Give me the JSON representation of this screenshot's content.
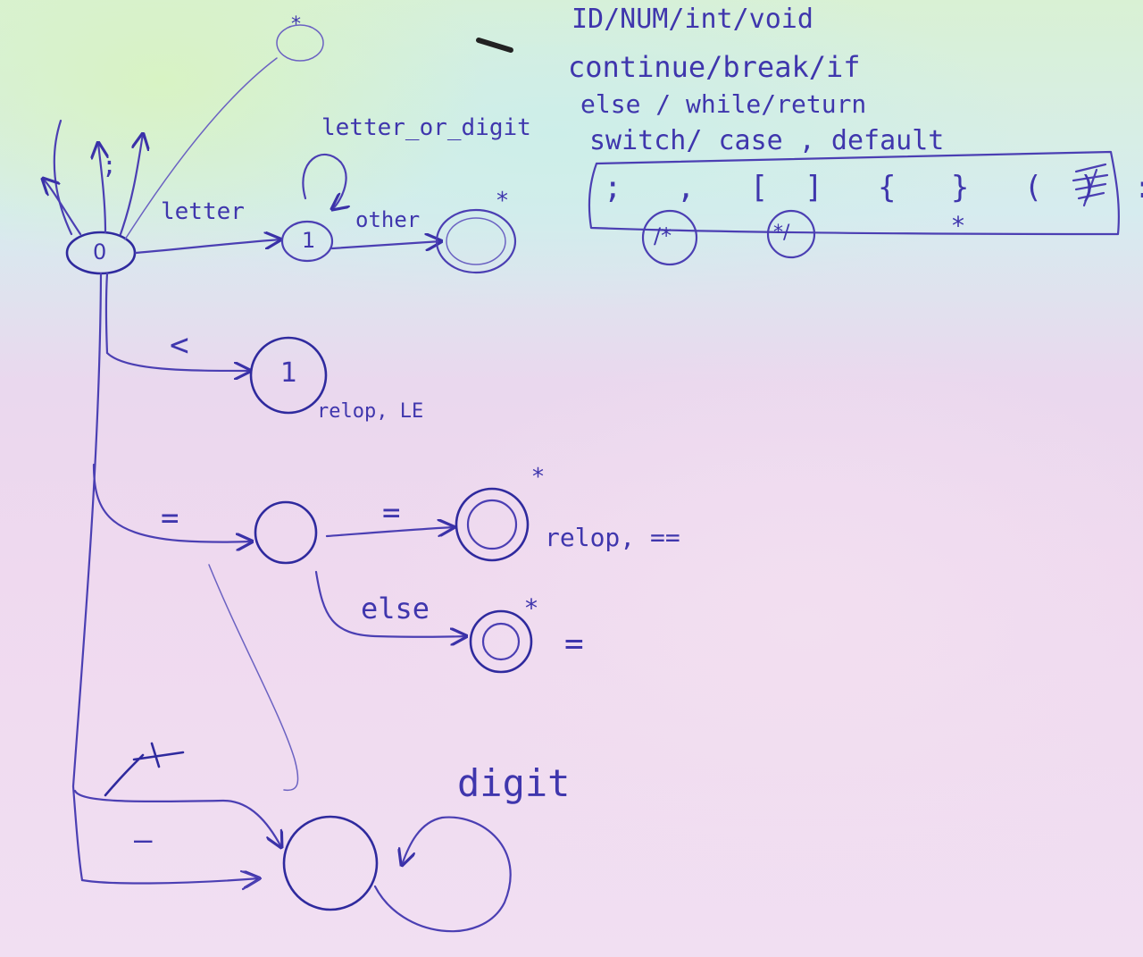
{
  "keywords_line1": "ID/NUM/int/void",
  "keywords_line2": "continue/break/if",
  "keywords_line3": "else / while/return",
  "keywords_line4": "switch/ case , default",
  "symbols_row": ";   ,   [  ]   {   }   (  )  :",
  "comment_open": "/*",
  "comment_close": "*/",
  "state0": "0",
  "state_id": "1",
  "state_lt": "1",
  "label_letter": "letter",
  "label_letter_or_digit": "letter_or_digit",
  "label_other": "other",
  "label_lt": "<",
  "label_relop_le": "relop, LE",
  "label_eq": "=",
  "label_eq2": "=",
  "label_relop_eqeq": "relop, ==",
  "label_else": "else",
  "label_assign": "=",
  "label_minus": "—",
  "label_digit": "digit",
  "label_semicolon": ";",
  "label_star": "*"
}
